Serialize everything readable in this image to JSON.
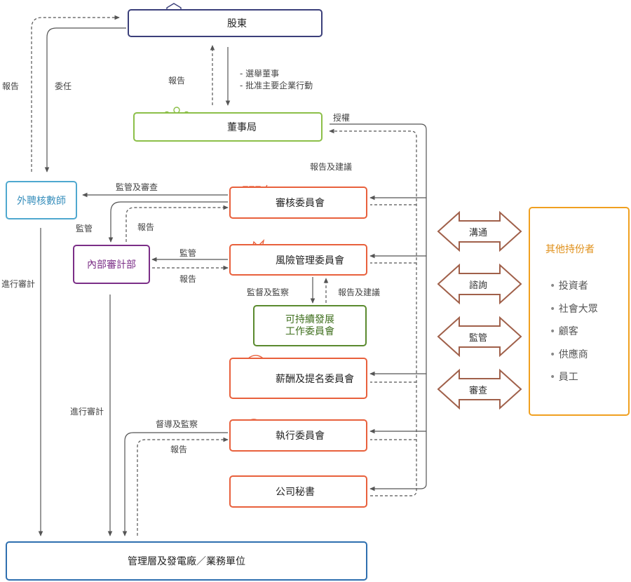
{
  "nodes": {
    "shareholders": "股東",
    "board": "董事局",
    "auditor": "外聘核數師",
    "internal_audit": "內部審計部",
    "audit_committee": "審核委員會",
    "risk_committee": "風險管理委員會",
    "sustainability_line1": "可持續發展",
    "sustainability_line2": "工作委員會",
    "remuneration_committee": "薪酬及提名委員會",
    "executive_committee": "執行委員會",
    "company_secretary": "公司秘書",
    "management": "管理層及發電廠／業務單位",
    "stakeholders_title": "其他持份者",
    "stakeholders": [
      "投資者",
      "社會大眾",
      "顧客",
      "供應商",
      "員工"
    ]
  },
  "arrows": {
    "communicate": "溝通",
    "consult": "諮詢",
    "supervise": "監管",
    "review": "審查"
  },
  "labels": {
    "report_left": "報告",
    "appoint": "委任",
    "report_board": "報告",
    "elect_directors": "- 選舉董事",
    "approve_actions": "- 批准主要企業行動",
    "authorize": "授權",
    "report_suggest_top": "報告及建議",
    "supervise_review": "監管及審查",
    "supervise_ia": "監管",
    "report_ia": "報告",
    "audit_by_auditor": "進行審計",
    "supervise_risk": "監管",
    "report_risk": "報告",
    "supervise_monitor": "監督及監察",
    "report_suggest_sus": "報告及建議",
    "audit_by_ia": "進行審計",
    "guide_monitor": "督導及監察",
    "report_exec": "報告"
  },
  "colors": {
    "navy": "#3b3f7a",
    "green": "#8cbf48",
    "teal": "#4fa8cf",
    "purple": "#7b2e87",
    "red": "#e8603c",
    "darkgreen": "#5a8a2e",
    "blue": "#2e6faf",
    "orange": "#f0a020",
    "brown": "#a0604a",
    "line": "#555555"
  }
}
